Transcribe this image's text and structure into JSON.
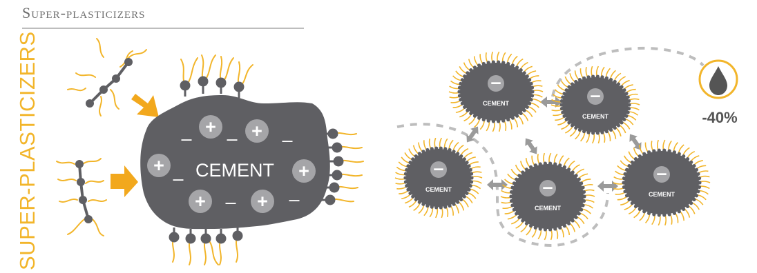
{
  "header": {
    "title": "Super-plasticizers"
  },
  "side_label": "SUPER-PLASTICIZERS",
  "main_particle": {
    "label": "CEMENT",
    "plus_sign": "+",
    "minus_sign": "–"
  },
  "dispersed_particles": {
    "label": "CEMENT",
    "minus_sign": "–"
  },
  "water_reduction": {
    "value": "-40%",
    "icon": "water-drop-icon"
  },
  "colors": {
    "accent": "#f2b52a",
    "particle": "#5f5f63",
    "charge": "#a5a5a8",
    "arrow": "#9a9a9a"
  }
}
